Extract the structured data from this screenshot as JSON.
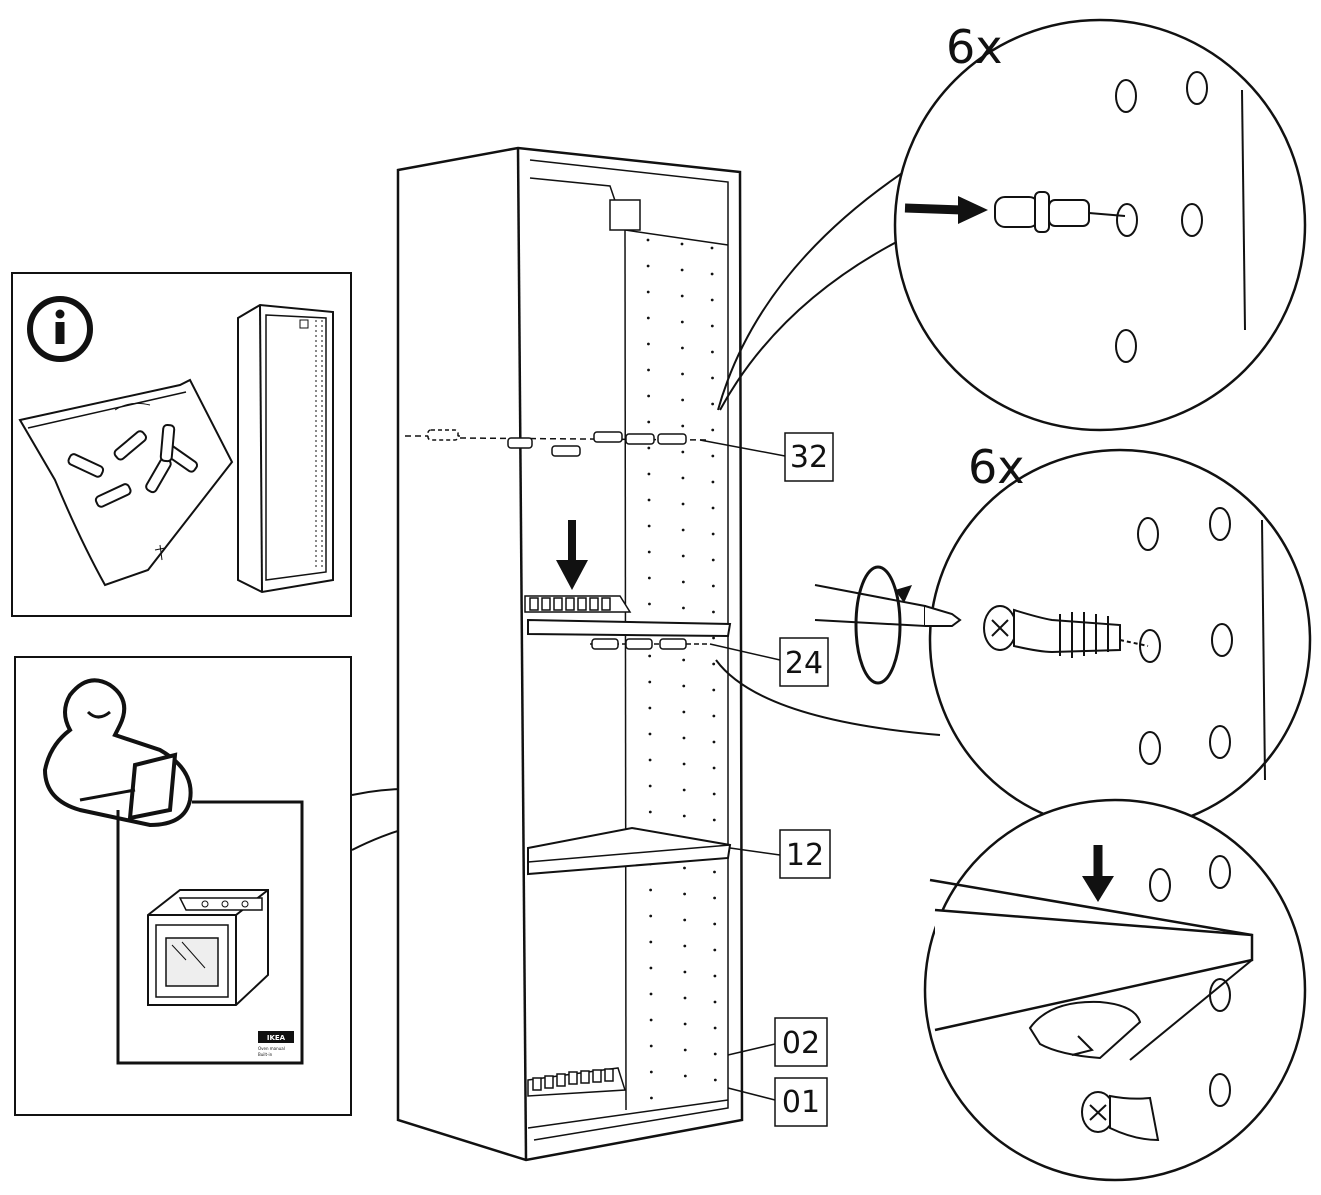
{
  "multipliers": {
    "top_detail": "6x",
    "middle_detail": "6x"
  },
  "callouts": {
    "label_32": "32",
    "label_24": "24",
    "label_12": "12",
    "label_02": "02",
    "label_01": "01"
  },
  "booklet": {
    "logo": "IKEA",
    "caption_line1": "Oven manual",
    "caption_line2": "Built-in"
  },
  "colors": {
    "line": "#111111",
    "background": "#ffffff",
    "shade": "#dddddd"
  }
}
